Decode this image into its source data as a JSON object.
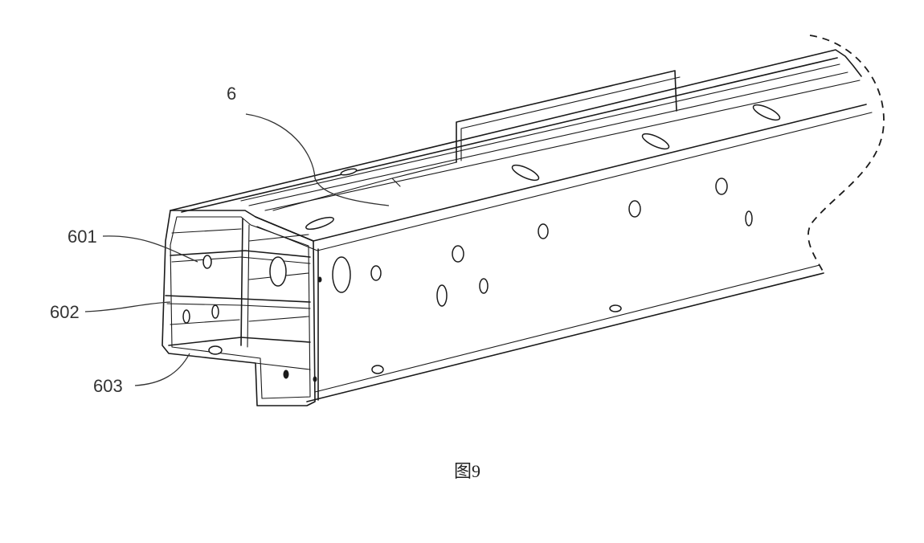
{
  "diagram": {
    "labels": {
      "part_6": "6",
      "part_601": "601",
      "part_602": "602",
      "part_603": "603"
    },
    "caption": "图9"
  }
}
